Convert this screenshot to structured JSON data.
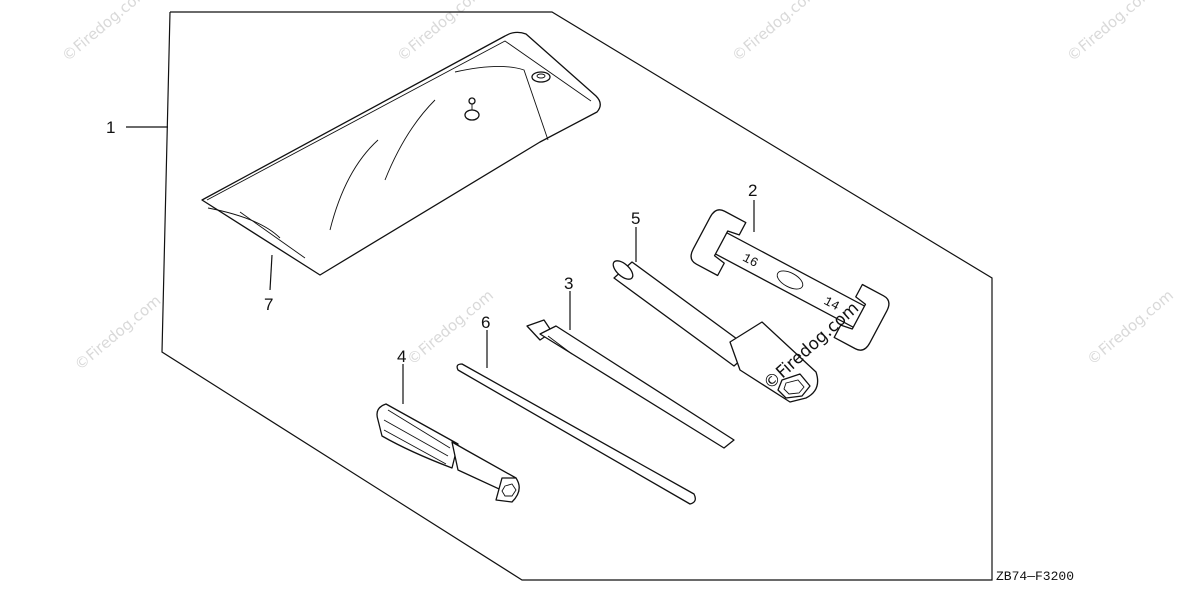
{
  "diagram": {
    "drawing_code": "ZB74—F3200",
    "callouts": [
      "1",
      "2",
      "3",
      "4",
      "5",
      "6",
      "7"
    ],
    "watermark": "©Firedog.com",
    "center_watermark": "©Firedog.com"
  }
}
